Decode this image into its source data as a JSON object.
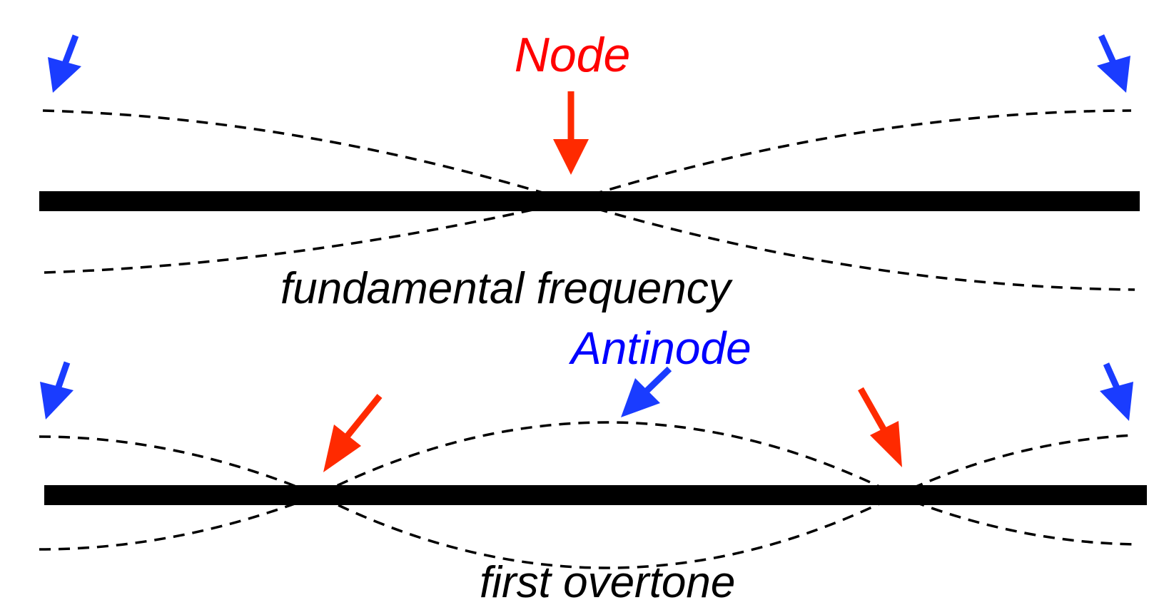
{
  "labels": {
    "node": "Node",
    "antinode": "Antinode",
    "fundamental": "fundamental frequency",
    "overtone": "first overtone"
  },
  "colors": {
    "node": "#ff0000",
    "antinode": "#0000ff",
    "node_arrow": "#ff2a00",
    "antinode_arrow": "#1a3cff",
    "line": "#000000",
    "background": "#ffffff"
  },
  "icons": {
    "node_arrow": "arrow-down-icon",
    "antinode_arrow": "arrow-diagonal-icon"
  }
}
